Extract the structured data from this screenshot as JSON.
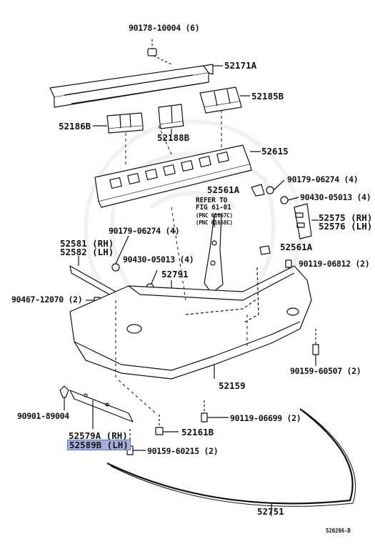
{
  "diagram": {
    "parts": {
      "p_90178_10004": "90178-10004 (6)",
      "p_52171A": "52171A",
      "p_52185B": "52185B",
      "p_52186B": "52186B",
      "p_52188B": "52188B",
      "p_52615": "52615",
      "p_90179_06274_top": "90179-06274 (4)",
      "p_52561A_top": "52561A",
      "p_90430_05013_top": "90430-05013 (4)",
      "p_52575_rh": "52575 (RH)",
      "p_52576_lh": "52576 (LH)",
      "p_refer_1": "REFER TO",
      "p_refer_2": "FIG 61-01",
      "p_refer_3": "(PNC 61667C)",
      "p_refer_4": "(PNC 61668C)",
      "p_52581_rh": "52581 (RH)",
      "p_52582_lh": "52582 (LH)",
      "p_90179_06274_mid": "90179-06274 (4)",
      "p_52561A_mid": "52561A",
      "p_90430_05013_mid": "90430-05013 (4)",
      "p_90119_06812": "90119-06812 (2)",
      "p_52791": "52791",
      "p_90467_12070": "90467-12070 (2)",
      "p_52159": "52159",
      "p_90159_60507": "90159-60507 (2)",
      "p_90901_89004": "90901-89004",
      "p_52579A_rh": "52579A (RH)",
      "p_52589B_lh": "52589B (LH)",
      "p_52161B": "52161B",
      "p_90119_06699": "90119-06699 (2)",
      "p_90159_60215": "90159-60215 (2)",
      "p_52751": "52751",
      "figure_code": "520286-B"
    },
    "highlight_color": "#a6aee0"
  }
}
